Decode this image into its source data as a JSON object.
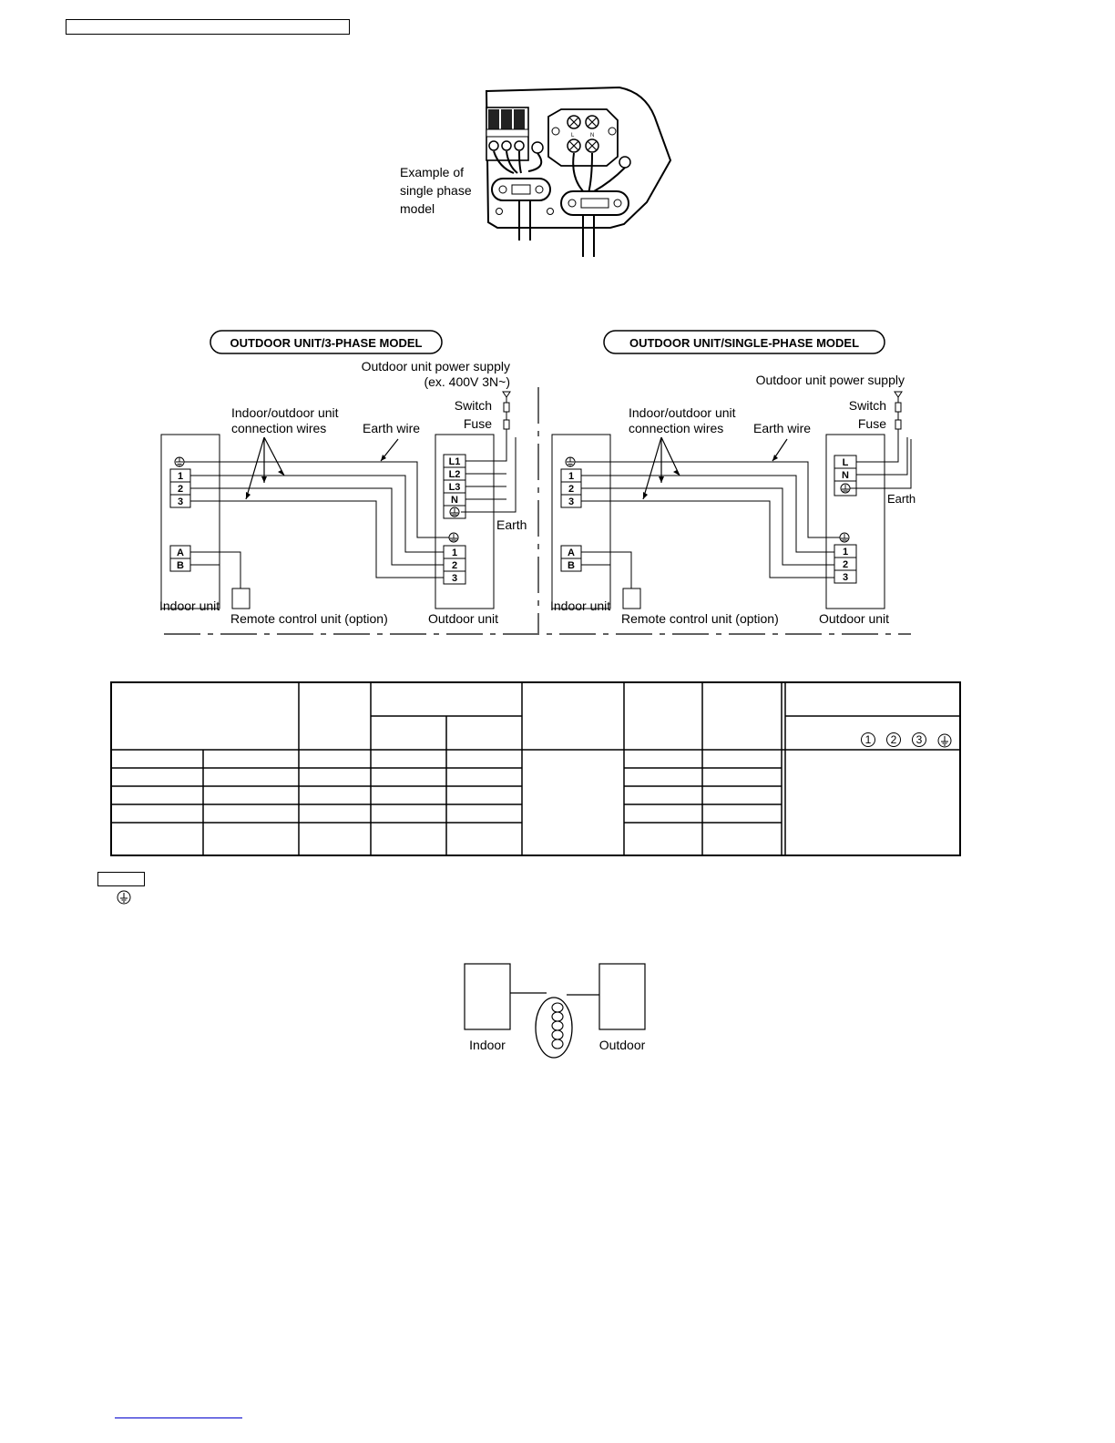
{
  "photo": {
    "caption_lines": [
      "Example of",
      "single phase",
      "model"
    ],
    "terminal_letters": [
      "L",
      "N"
    ]
  },
  "wiring": {
    "three_phase": {
      "title": "OUTDOOR UNIT/3-PHASE MODEL",
      "power_supply": "Outdoor unit power supply",
      "power_spec": "(ex. 400V 3N~)",
      "switch": "Switch",
      "fuse": "Fuse",
      "connection_wires_line1": "Indoor/outdoor unit",
      "connection_wires_line2": "connection wires",
      "earth_wire": "Earth wire",
      "earth": "Earth",
      "indoor_terminals": [
        "1",
        "2",
        "3"
      ],
      "remote_terminals": [
        "A",
        "B"
      ],
      "power_terminals": [
        "L1",
        "L2",
        "L3",
        "N"
      ],
      "outdoor_terminals": [
        "1",
        "2",
        "3"
      ],
      "indoor_unit": "Indoor unit",
      "remote_control": "Remote control unit (option)",
      "outdoor_unit": "Outdoor unit"
    },
    "single_phase": {
      "title": "OUTDOOR UNIT/SINGLE-PHASE MODEL",
      "power_supply": "Outdoor unit power supply",
      "switch": "Switch",
      "fuse": "Fuse",
      "connection_wires_line1": "Indoor/outdoor unit",
      "connection_wires_line2": "connection wires",
      "earth_wire": "Earth wire",
      "earth": "Earth",
      "indoor_terminals": [
        "1",
        "2",
        "3"
      ],
      "remote_terminals": [
        "A",
        "B"
      ],
      "power_terminals": [
        "L",
        "N"
      ],
      "outdoor_terminals": [
        "1",
        "2",
        "3"
      ],
      "indoor_unit": "Indoor unit",
      "remote_control": "Remote control unit (option)",
      "outdoor_unit": "Outdoor unit"
    }
  },
  "table": {
    "circled_numbers": [
      "1",
      "2",
      "3"
    ]
  },
  "coil": {
    "indoor": "Indoor",
    "outdoor": "Outdoor"
  }
}
